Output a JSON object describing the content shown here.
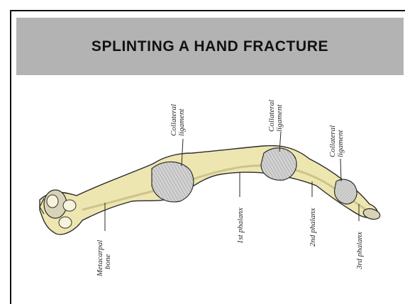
{
  "header": {
    "title": "SPLINTING A HAND FRACTURE"
  },
  "figure": {
    "labels": {
      "collateral_ligament_1": [
        "Collateral",
        "ligament"
      ],
      "collateral_ligament_2": [
        "Collateral",
        "ligament"
      ],
      "collateral_ligament_3": [
        "Collateral",
        "ligament"
      ],
      "metacarpal_bone": [
        "Metacarpal",
        "bone"
      ],
      "phalanx_1": "1st phalanx",
      "phalanx_2": "2nd phalanx",
      "phalanx_3": "3rd phalanx"
    },
    "colors": {
      "bone": "#eee6b0",
      "ligament": "#c9c9c9",
      "outline": "#2a2a2a"
    }
  }
}
